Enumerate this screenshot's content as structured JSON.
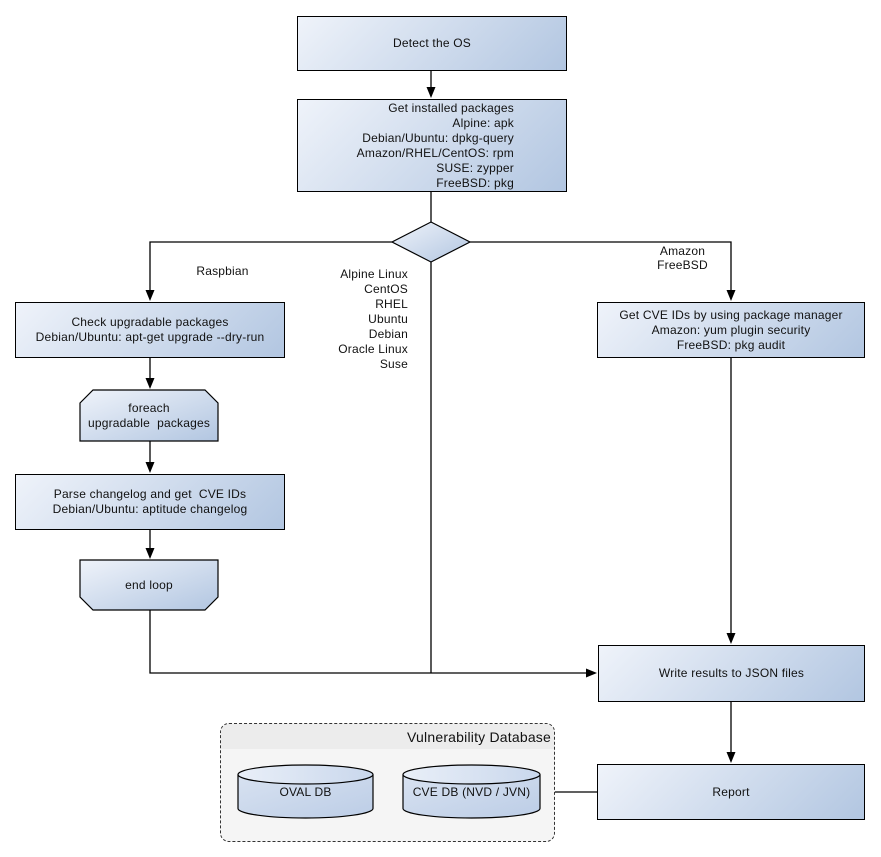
{
  "diagram": {
    "nodes": {
      "detect_os": {
        "label": "Detect the OS"
      },
      "get_packages": {
        "label": "Get installed packages\nAlpine: apk\nDebian/Ubuntu: dpkg-query\nAmazon/RHEL/CentOS: rpm\nSUSE: zypper\nFreeBSD: pkg"
      },
      "check_upgradable": {
        "label": "Check upgradable packages\nDebian/Ubuntu: apt-get upgrade --dry-run"
      },
      "foreach_loop": {
        "label": "foreach\nupgradable  packages"
      },
      "parse_changelog": {
        "label": "Parse changelog and get  CVE IDs\nDebian/Ubuntu: aptitude changelog"
      },
      "end_loop": {
        "label": "end loop"
      },
      "get_cve_ids": {
        "label": "Get CVE IDs by using package manager\nAmazon: yum plugin security\nFreeBSD: pkg audit"
      },
      "write_results": {
        "label": "Write results to JSON files"
      },
      "report": {
        "label": "Report"
      }
    },
    "edge_labels": {
      "raspbian": "Raspbian",
      "middle_os": "Alpine Linux\nCentOS\nRHEL\nUbuntu\nDebian\nOracle Linux\nSuse",
      "right_os": "Amazon\nFreeBSD"
    },
    "database": {
      "title": "Vulnerability Database",
      "cylinders": [
        {
          "label": "OVAL DB"
        },
        {
          "label": "CVE DB (NVD / JVN)"
        }
      ]
    },
    "colors": {
      "node_gradient_start": "#eff3fa",
      "node_gradient_end": "#b2c6e1",
      "border": "#000000",
      "db_panel_fill": "#f5f5f5",
      "db_header_fill": "#ececec"
    }
  }
}
